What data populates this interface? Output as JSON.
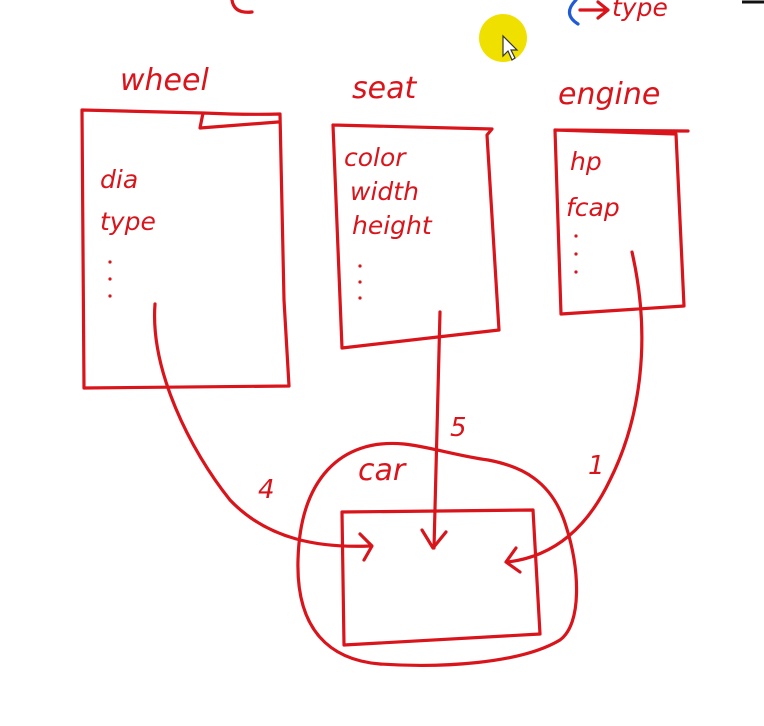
{
  "colors": {
    "ink": "#d9141b",
    "accent_blue": "#1f5bd6",
    "cursor_highlight": "#f0e000"
  },
  "icons": {
    "cursor": "mouse-pointer-icon"
  },
  "top_fragment": {
    "text": "type"
  },
  "boxes": {
    "wheel": {
      "title": "wheel",
      "fields": [
        "dia",
        "type"
      ]
    },
    "seat": {
      "title": "seat",
      "fields": [
        "color",
        "width",
        "height"
      ]
    },
    "engine": {
      "title": "engine",
      "fields": [
        "hp",
        "fcap"
      ]
    },
    "car": {
      "title": "car"
    }
  },
  "arrows": {
    "wheel_to_car": {
      "label": "4"
    },
    "seat_to_car": {
      "label": "5"
    },
    "engine_to_car": {
      "label": "1"
    }
  }
}
